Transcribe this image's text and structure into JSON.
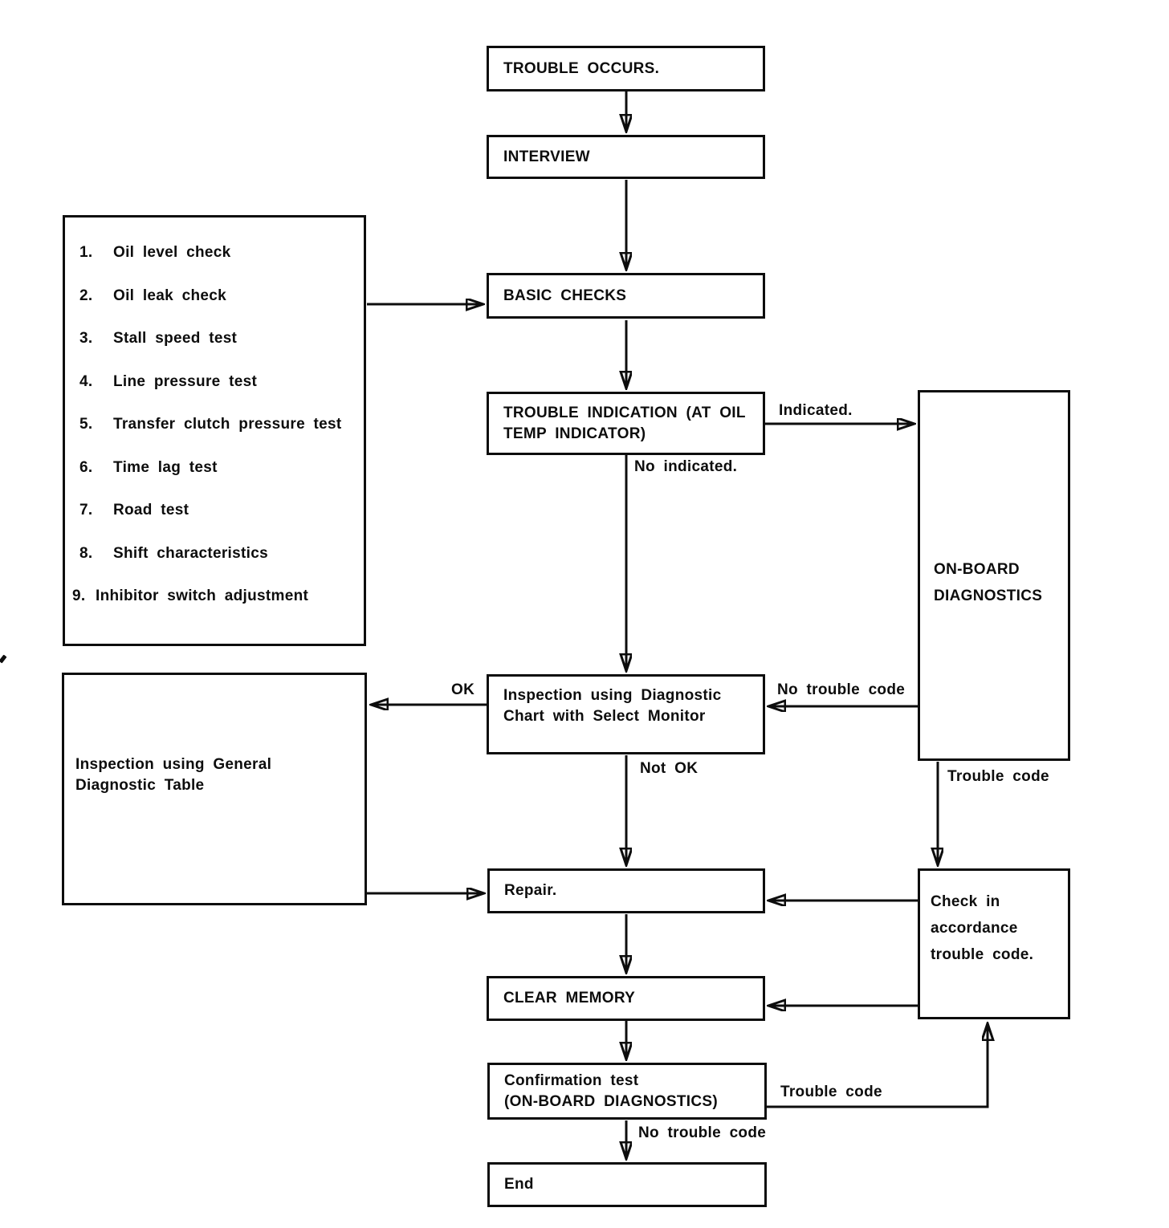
{
  "diagram": {
    "nodes": {
      "trouble_occurs": "TROUBLE OCCURS.",
      "interview": "INTERVIEW",
      "basic_checks": "BASIC CHECKS",
      "trouble_indication": "TROUBLE INDICATION (AT OIL\nTEMP INDICATOR)",
      "onboard_diagnostics": "ON-BOARD\nDIAGNOSTICS",
      "inspection_select_monitor": "Inspection using Diagnostic\nChart with Select Monitor",
      "inspection_general_table": "Inspection using General\nDiagnostic Table",
      "repair": "Repair.",
      "check_accordance": "Check in\naccordance\ntrouble code.",
      "clear_memory": "CLEAR MEMORY",
      "confirmation_test": "Confirmation test\n(ON-BOARD DIAGNOSTICS)",
      "end": "End"
    },
    "checklist": {
      "items": [
        {
          "n": "1.",
          "t": "Oil level check"
        },
        {
          "n": "2.",
          "t": "Oil leak check"
        },
        {
          "n": "3.",
          "t": "Stall speed test"
        },
        {
          "n": "4.",
          "t": "Line pressure test"
        },
        {
          "n": "5.",
          "t": "Transfer clutch pressure test"
        },
        {
          "n": "6.",
          "t": "Time lag test"
        },
        {
          "n": "7.",
          "t": "Road test"
        },
        {
          "n": "8.",
          "t": "Shift characteristics"
        },
        {
          "n": "9.",
          "t": "Inhibitor switch adjustment"
        }
      ]
    },
    "edge_labels": {
      "indicated": "Indicated.",
      "no_indicated": "No indicated.",
      "ok": "OK",
      "not_ok": "Not OK",
      "no_trouble_code_select": "No trouble code",
      "trouble_code_onboard": "Trouble code",
      "trouble_code_confirm": "Trouble code",
      "no_trouble_code_confirm": "No trouble code"
    },
    "line_color": "#0d0d0d"
  }
}
